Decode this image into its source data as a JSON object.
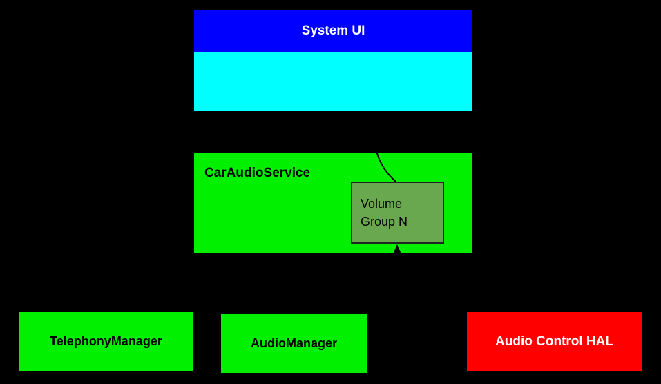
{
  "colors": {
    "background": "#000000",
    "system_ui_header": "#0000ff",
    "system_ui_body": "#00ffff",
    "service_green": "#00f000",
    "volume_group_green": "#6aa84f",
    "hal_red": "#ff0000",
    "connector": "#000000"
  },
  "boxes": {
    "system_ui": {
      "label": "System UI"
    },
    "car_audio_service": {
      "label": "CarAudioService"
    },
    "volume_group": {
      "label": "Volume Group N"
    },
    "telephony_manager": {
      "label": "TelephonyManager"
    },
    "audio_manager": {
      "label": "AudioManager"
    },
    "audio_control_hal": {
      "label": "Audio Control HAL"
    }
  }
}
